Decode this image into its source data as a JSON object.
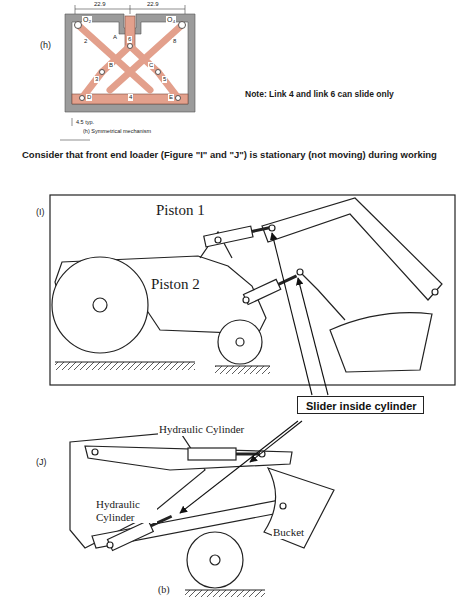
{
  "diagram": {
    "nodes": [
      {
        "text": [
          "Slider inside cylinder"
        ]
      }
    ],
    "labels": [
      "(h)",
      "22.9",
      "22.9",
      "O₂",
      "6",
      "O₄",
      "A",
      "2",
      "8",
      "B",
      "C",
      "3",
      "5",
      "D",
      "4",
      "E",
      "4.5 typ.",
      "(h) Symmetrical mechanism",
      "Note: Link 4 and link 6 can slide only",
      "Consider that front end loader (Figure \"I\" and \"J\") is stationary (not moving) during working",
      "(I)",
      "Piston 1",
      "Piston 2",
      "(J)",
      "Hydraulic Cylinder",
      "Hydraulic Cylinder",
      "Bucket",
      "(b)"
    ]
  }
}
